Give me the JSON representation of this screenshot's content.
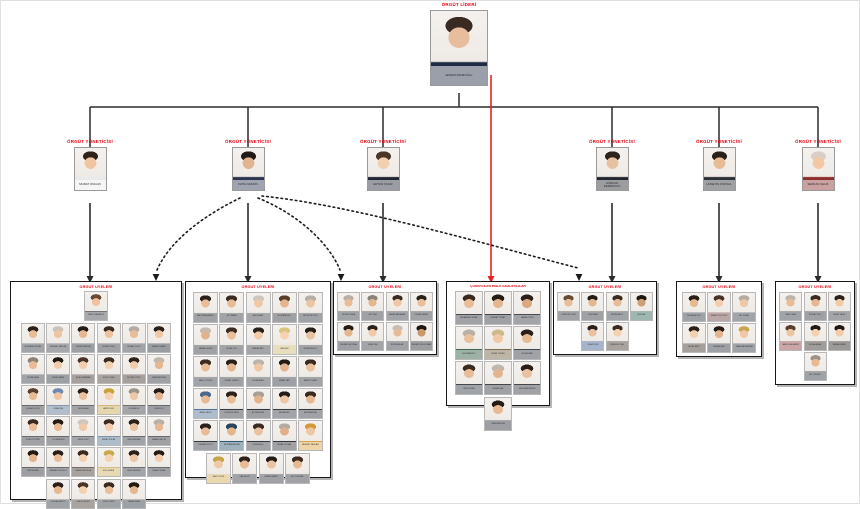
{
  "chart_meta": {
    "type": "organization-chart",
    "language": "tr",
    "accent_red": "#e8000d",
    "line_color": "#2b2b2b",
    "highlight_line_color": "#e8221f"
  },
  "leader": {
    "role_label": "ÖRGÜT LİDERİ",
    "person_name": "EKREM İMAMOĞLU",
    "skin": "#e8bd9c",
    "hair": "#3a2b22",
    "suit": "#1f2a44"
  },
  "managers": [
    {
      "role_label": "ÖRGÜT YÖNETİCİSİ",
      "person_name": "MURAT ONGUN",
      "skin": "#f0c6a2",
      "hair": "#31231c",
      "suit": "#e9e9ec"
    },
    {
      "role_label": "ÖRGÜT YÖNETİCİSİ",
      "person_name": "FATİH KESKİN",
      "skin": "#e3b491",
      "hair": "#221a16",
      "suit": "#2b3550"
    },
    {
      "role_label": "ÖRGÜT YÖNETİCİSİ",
      "person_name": "ERTAN YILDIZ",
      "skin": "#f2cfae",
      "hair": "#4a3527",
      "suit": "#202734"
    },
    {
      "role_label": "ÖRGÜT YÖNETİCİSİ",
      "person_name": "GÜRKAN DEMİRKAYA",
      "skin": "#e8c2a0",
      "hair": "#2c231d",
      "suit": "#22272f"
    },
    {
      "role_label": "ÖRGÜT YÖNETİCİSİ",
      "person_name": "HÜSEYİN KÖKSAL",
      "skin": "#e9bb96",
      "hair": "#2a2019",
      "suit": "#2d2f36"
    },
    {
      "role_label": "ÖRGÜT YÖNETİCİSİ",
      "person_name": "SERKAN ÇELİK",
      "skin": "#f3c9a4",
      "hair": "#d9cfc6",
      "suit": "#8d2d2d"
    }
  ],
  "groups": [
    {
      "id": "group-1",
      "header": "ÖRGÜT ÜYELERİ",
      "count": 35,
      "top_member": {
        "person_name": "YAKUP KARAGÖZ",
        "skin": "#f0c2a0",
        "hair": "#6a4a32",
        "suit": "#3a3f48"
      },
      "members": [
        {
          "person_name": "MUSTAFA KÖKSAL",
          "skin": "#e9bd98",
          "hair": "#2b211a",
          "suit": "#2f3540"
        },
        {
          "person_name": "MEHMET KAPLAN",
          "skin": "#efc4a1",
          "hair": "#c9c2bb",
          "suit": "#3c3f46"
        },
        {
          "person_name": "HÜSEYİN AKTAŞ",
          "skin": "#e6b792",
          "hair": "#241b15",
          "suit": "#252b36"
        },
        {
          "person_name": "MURAT ÖZER",
          "skin": "#edc29e",
          "hair": "#3a2a1f",
          "suit": "#2c3039"
        },
        {
          "person_name": "ORHAN YILDIZ",
          "skin": "#e7bd9a",
          "hair": "#b4aca4",
          "suit": "#33373f"
        },
        {
          "person_name": "AHMET DEMİR",
          "skin": "#f1c8a6",
          "hair": "#2a2018",
          "suit": "#1d2430"
        },
        {
          "person_name": "SELİM KARA",
          "skin": "#e8bb96",
          "hair": "#8c8279",
          "suit": "#2e333c"
        },
        {
          "person_name": "EMRE ŞAHİN",
          "skin": "#f2cca9",
          "hair": "#1e1712",
          "suit": "#242a34"
        },
        {
          "person_name": "AYŞE KARAMAN",
          "skin": "#f3cdad",
          "hair": "#4a3226",
          "suit": "#3b2f2a"
        },
        {
          "person_name": "ELİF DOĞAN",
          "skin": "#f4d0b0",
          "hair": "#3c2a20",
          "suit": "#41342d"
        },
        {
          "person_name": "ZEYNEP YÜCE",
          "skin": "#f2cbab",
          "hair": "#2e2119",
          "suit": "#3a2e27"
        },
        {
          "person_name": "KADİR ARSLAN",
          "skin": "#e5b68f",
          "hair": "#c0b7ae",
          "suit": "#2a2f38"
        },
        {
          "person_name": "BURAK ÇETİN",
          "skin": "#e8bb95",
          "hair": "#5a3f2c",
          "suit": "#2b3039"
        },
        {
          "person_name": "OKAN TAŞ",
          "skin": "#efc5a3",
          "hair": "#6f8ab0",
          "suit": "#55708f"
        },
        {
          "person_name": "SERKAN AK",
          "skin": "#e9bf9c",
          "hair": "#2c211a",
          "suit": "#2f343d"
        },
        {
          "person_name": "HATİCE GÜL",
          "skin": "#f5d2b2",
          "hair": "#c8a23a",
          "suit": "#c6a44a"
        },
        {
          "person_name": "VOLKAN ER",
          "skin": "#eec7a4",
          "hair": "#9d948b",
          "suit": "#343941"
        },
        {
          "person_name": "CEM KILIÇ",
          "skin": "#e4b590",
          "hair": "#241c16",
          "suit": "#262c36"
        },
        {
          "person_name": "İLKER ÖZTÜRK",
          "skin": "#e9bd98",
          "hair": "#3a2a20",
          "suit": "#2d323b"
        },
        {
          "person_name": "TOLGA AYDIN",
          "skin": "#e7ba95",
          "hair": "#241b14",
          "suit": "#2a2f38"
        },
        {
          "person_name": "DENİZ KURT",
          "skin": "#f1c9a7",
          "hair": "#cfc6bd",
          "suit": "#353a43"
        },
        {
          "person_name": "NURAY SOLAK",
          "skin": "#f3cdae",
          "hair": "#3b2b21",
          "suit": "#4a6a8c"
        },
        {
          "person_name": "ONUR BAYRAK",
          "skin": "#eac09d",
          "hair": "#2b211a",
          "suit": "#2e333c"
        },
        {
          "person_name": "HAKAN YALÇIN",
          "skin": "#e6b892",
          "hair": "#b9b0a7",
          "suit": "#2b3039"
        },
        {
          "person_name": "METİN ACAR",
          "skin": "#e3b38d",
          "hair": "#221a14",
          "suit": "#262b34"
        },
        {
          "person_name": "MEHMET EROĞLU",
          "skin": "#e8bc97",
          "hair": "#2a2019",
          "suit": "#2f343d"
        },
        {
          "person_name": "SEDA KURTULUŞ",
          "skin": "#f4d0b0",
          "hair": "#3a2a20",
          "suit": "#3e322b"
        },
        {
          "person_name": "ECE GÜNEŞ",
          "skin": "#f5d3b3",
          "hair": "#c9a84e",
          "suit": "#c9aa5a"
        },
        {
          "person_name": "SERT MUHSİN",
          "skin": "#eec6a3",
          "hair": "#2c221b",
          "suit": "#30353e"
        },
        {
          "person_name": "PINAR YILMAZ",
          "skin": "#f3cdad",
          "hair": "#251c16",
          "suit": "#2b3039"
        },
        {
          "person_name": "TOLGA GÜRSOY",
          "skin": "#e6b991",
          "hair": "#2b201a",
          "suit": "#2c313a"
        },
        {
          "person_name": "ELİF BOZKURT",
          "skin": "#f4d1b1",
          "hair": "#4a3527",
          "suit": "#3f332c"
        },
        {
          "person_name": "UĞUR TEKİN",
          "skin": "#e9be99",
          "hair": "#3a2a1f",
          "suit": "#2e333c"
        },
        {
          "person_name": "CANER KAYA",
          "skin": "#e5b78f",
          "hair": "#241b15",
          "suit": "#272d37"
        }
      ]
    },
    {
      "id": "group-2",
      "header": "ÖRGÜT ÜYELERİ",
      "count": 29,
      "members": [
        {
          "person_name": "ABDURRAHMAN A.",
          "skin": "#e9bd98",
          "hair": "#2a2019",
          "suit": "#2d323b"
        },
        {
          "person_name": "ALİ YAMAN",
          "skin": "#e7bb95",
          "hair": "#3a2a20",
          "suit": "#2f343d"
        },
        {
          "person_name": "HALİL AKAY",
          "skin": "#f0c8a6",
          "hair": "#cfc7bf",
          "suit": "#353a43"
        },
        {
          "person_name": "MUSTAFA GÜL",
          "skin": "#e4b58f",
          "hair": "#5a3d2a",
          "suit": "#2b3039"
        },
        {
          "person_name": "RECEP BEYKOZ",
          "skin": "#eec5a2",
          "hair": "#b6ada4",
          "suit": "#2e333c"
        },
        {
          "person_name": "HASAN GÜLER",
          "skin": "#e2b28c",
          "hair": "#c4bbb2",
          "suit": "#2a2f38"
        },
        {
          "person_name": "SEDAT KOÇ",
          "skin": "#e9be99",
          "hair": "#3a2a1f",
          "suit": "#2d323b"
        },
        {
          "person_name": "ATAKAN BEY",
          "skin": "#f1cba9",
          "hair": "#2b211a",
          "suit": "#31363f"
        },
        {
          "person_name": "CAN ŞEN",
          "skin": "#f4d2b2",
          "hair": "#d8c47e",
          "suit": "#cdb36a"
        },
        {
          "person_name": "ERTAN AKSOY",
          "skin": "#eac19e",
          "hair": "#241c16",
          "suit": "#2c313a"
        },
        {
          "person_name": "HALİL ÖZTÜRK",
          "skin": "#e8bc97",
          "hair": "#3c2b21",
          "suit": "#2e333c"
        },
        {
          "person_name": "MURAT CEBECİ",
          "skin": "#e5b790",
          "hair": "#2a2019",
          "suit": "#2b3039"
        },
        {
          "person_name": "SELİM AKAR",
          "skin": "#efc7a4",
          "hair": "#bdb4ab",
          "suit": "#34393f"
        },
        {
          "person_name": "KEMAL TAN",
          "skin": "#e3b48e",
          "hair": "#241b15",
          "suit": "#272d37"
        },
        {
          "person_name": "BEKİR YILMAZ",
          "skin": "#eac09d",
          "hair": "#3a2a20",
          "suit": "#2f343d"
        },
        {
          "person_name": "ADEM YAVUZ",
          "skin": "#e7ba94",
          "hair": "#4a6a8c",
          "suit": "#4d6d90"
        },
        {
          "person_name": "HÜSEYİN EKER",
          "skin": "#e9bd98",
          "hair": "#2b211a",
          "suit": "#2d323b"
        },
        {
          "person_name": "ALİ RIZA GÜN",
          "skin": "#e2b38d",
          "hair": "#a99f96",
          "suit": "#2a2f38"
        },
        {
          "person_name": "SERKAN AY",
          "skin": "#efc6a3",
          "hair": "#241c16",
          "suit": "#30353e"
        },
        {
          "person_name": "MUSTAFA TAŞ",
          "skin": "#e6b991",
          "hair": "#3a2a1f",
          "suit": "#2c313a"
        },
        {
          "person_name": "FERHAT KUTLU",
          "skin": "#e8bc97",
          "hair": "#2a2019",
          "suit": "#2e333c"
        },
        {
          "person_name": "MUSTAFA ERCAN",
          "skin": "#e4b68f",
          "hair": "#25455e",
          "suit": "#27536f"
        },
        {
          "person_name": "ONUR AKSU",
          "skin": "#eac19e",
          "hair": "#3b2b21",
          "suit": "#2d323b"
        },
        {
          "person_name": "KEMAL DOĞAN",
          "skin": "#e1b08a",
          "hair": "#b3aaa1",
          "suit": "#2a2f38"
        },
        {
          "person_name": "MEHMET SAĞLAM",
          "skin": "#efc7a4",
          "hair": "#d39a3a",
          "suit": "#d8a23f"
        },
        {
          "person_name": "HALİL YÜCEL",
          "skin": "#f0c9a7",
          "hair": "#c9a34a",
          "suit": "#cfa951"
        },
        {
          "person_name": "CAN BULUT",
          "skin": "#e8bb96",
          "hair": "#2c221b",
          "suit": "#2f343d"
        },
        {
          "person_name": "EMRE KESKİN",
          "skin": "#ecc3a0",
          "hair": "#241b15",
          "suit": "#2b3039"
        },
        {
          "person_name": "ALİ ÖZDEMİR",
          "skin": "#e6b992",
          "hair": "#3a2a20",
          "suit": "#2d323b"
        }
      ]
    },
    {
      "id": "group-3",
      "header": "ÖRGÜT ÜYELERİ",
      "count": 8,
      "members": [
        {
          "person_name": "BÜLENT KAYA",
          "skin": "#e8bc97",
          "hair": "#b8afa6",
          "suit": "#2e333c"
        },
        {
          "person_name": "ALİ TUNÇ",
          "skin": "#e5b790",
          "hair": "#8b8279",
          "suit": "#2b3039"
        },
        {
          "person_name": "HASAN KARAMAN",
          "skin": "#efc7a4",
          "hair": "#3a2a20",
          "suit": "#30353e"
        },
        {
          "person_name": "ORHAN DEMİR",
          "skin": "#e9be99",
          "hair": "#2a2019",
          "suit": "#2d323b"
        },
        {
          "person_name": "MEHMET ALİ ÜNAL",
          "skin": "#e4b58f",
          "hair": "#241b15",
          "suit": "#272d37"
        },
        {
          "person_name": "EMRE TAŞ",
          "skin": "#f1caa8",
          "hair": "#2b211a",
          "suit": "#31363f"
        },
        {
          "person_name": "SUPHİ ASLAN",
          "skin": "#e7ba94",
          "hair": "#c6bdb4",
          "suit": "#2c313a"
        },
        {
          "person_name": "MEHMET GÜLDOĞAN",
          "skin": "#c9996f",
          "hair": "#1e1711",
          "suit": "#242932"
        }
      ]
    },
    {
      "id": "group-4",
      "header": "ÇÖKERTİLEN İHALE SAĞLAYICILAR",
      "count": 10,
      "highlight": true,
      "members": [
        {
          "person_name": "MUHAMMED İLHAN",
          "skin": "#e9bd98",
          "hair": "#3a2a20",
          "suit": "#2d323b"
        },
        {
          "person_name": "FERHAT YILMAZ",
          "skin": "#e4b58f",
          "hair": "#241b15",
          "suit": "#2a2f38"
        },
        {
          "person_name": "HAKAN ÖZEN",
          "skin": "#d9a87f",
          "hair": "#2a2019",
          "suit": "#31363f"
        },
        {
          "person_name": "MUSTAFA BOZ",
          "skin": "#ebc09d",
          "hair": "#b9b0a7",
          "suit": "#27553a"
        },
        {
          "person_name": "SEDAT ÖZKAN",
          "skin": "#f0c8a6",
          "hair": "#cdb98a",
          "suit": "#6d5c3a"
        },
        {
          "person_name": "ALİ KAYMAZ",
          "skin": "#e6b991",
          "hair": "#2b211a",
          "suit": "#2c313a"
        },
        {
          "person_name": "CEM DOĞAN",
          "skin": "#e8bc97",
          "hair": "#3a2a1f",
          "suit": "#2e333c"
        },
        {
          "person_name": "ERKAN SAV",
          "skin": "#e3b48e",
          "hair": "#bfb6ad",
          "suit": "#2b3039"
        },
        {
          "person_name": "MUSTAFA KESKİN",
          "skin": "#eac19e",
          "hair": "#2a2019",
          "suit": "#2d323b"
        },
        {
          "person_name": "ÖMER ARSLAN",
          "skin": "#e7ba94",
          "hair": "#241c16",
          "suit": "#262c36"
        }
      ]
    },
    {
      "id": "group-5",
      "header": "ÖRGÜT ÜYELERİ",
      "count": 6,
      "members": [
        {
          "person_name": "HÜSEYİN ÇELİK",
          "skin": "#e9bd98",
          "hair": "#6a4a32",
          "suit": "#2d323b"
        },
        {
          "person_name": "CEM KAYA",
          "skin": "#e5b790",
          "hair": "#241b15",
          "suit": "#2a2f38"
        },
        {
          "person_name": "METİN BALCI",
          "skin": "#e8bc97",
          "hair": "#3a2a20",
          "suit": "#2e333c"
        },
        {
          "person_name": "ONUR AK",
          "skin": "#cfa078",
          "hair": "#1f1812",
          "suit": "#2b5f52"
        },
        {
          "person_name": "SEDAT GÜN",
          "skin": "#eac19e",
          "hair": "#2b211a",
          "suit": "#3b5a8c"
        },
        {
          "person_name": "AYŞEGÜL CAN",
          "skin": "#f4d1b1",
          "hair": "#3a2a20",
          "suit": "#3f332c"
        }
      ]
    },
    {
      "id": "group-6",
      "header": "ÖRGÜT ÜYELERİ",
      "count": 6,
      "members": [
        {
          "person_name": "MURAT ALTUN",
          "skin": "#e6b991",
          "hair": "#2a2019",
          "suit": "#2c313a"
        },
        {
          "person_name": "DEMET KOÇOĞLU",
          "skin": "#f3cdad",
          "hair": "#4a3226",
          "suit": "#6d3b3b"
        },
        {
          "person_name": "ALİ VURAL",
          "skin": "#efc7a4",
          "hair": "#b5aca3",
          "suit": "#30353e"
        },
        {
          "person_name": "GÜLAY BİLİR",
          "skin": "#f4d0b0",
          "hair": "#2e2119",
          "suit": "#3a2e27"
        },
        {
          "person_name": "EMRAH ŞEN",
          "skin": "#e3b48e",
          "hair": "#241b15",
          "suit": "#272d37"
        },
        {
          "person_name": "KAAN BAYRAKTAR",
          "skin": "#f0c8a6",
          "hair": "#c8a552",
          "suit": "#2e333c"
        }
      ]
    },
    {
      "id": "group-7",
      "header": "ÖRGÜT ÜYELERİ",
      "count": 7,
      "members": [
        {
          "person_name": "HALİL SARI",
          "skin": "#e8bc97",
          "hair": "#bdb4ab",
          "suit": "#2e333c"
        },
        {
          "person_name": "TURGAY KILIÇ",
          "skin": "#e5b790",
          "hair": "#3a2a20",
          "suit": "#2b3039"
        },
        {
          "person_name": "MELİH YALIN",
          "skin": "#f1caa8",
          "hair": "#2a2019",
          "suit": "#31363f"
        },
        {
          "person_name": "ABDULLAH BARIŞ",
          "skin": "#eec5a2",
          "hair": "#5a3d2a",
          "suit": "#8a3a3a"
        },
        {
          "person_name": "ECE ALAÇAM",
          "skin": "#f4d1b1",
          "hair": "#241b15",
          "suit": "#2b2420"
        },
        {
          "person_name": "SEMRA DEMİR",
          "skin": "#f2cbab",
          "hair": "#1e1711",
          "suit": "#241d19"
        },
        {
          "person_name": "ALİ TUNÇER",
          "skin": "#e7ba94",
          "hair": "#9c938a",
          "suit": "#2c313a"
        }
      ]
    }
  ]
}
